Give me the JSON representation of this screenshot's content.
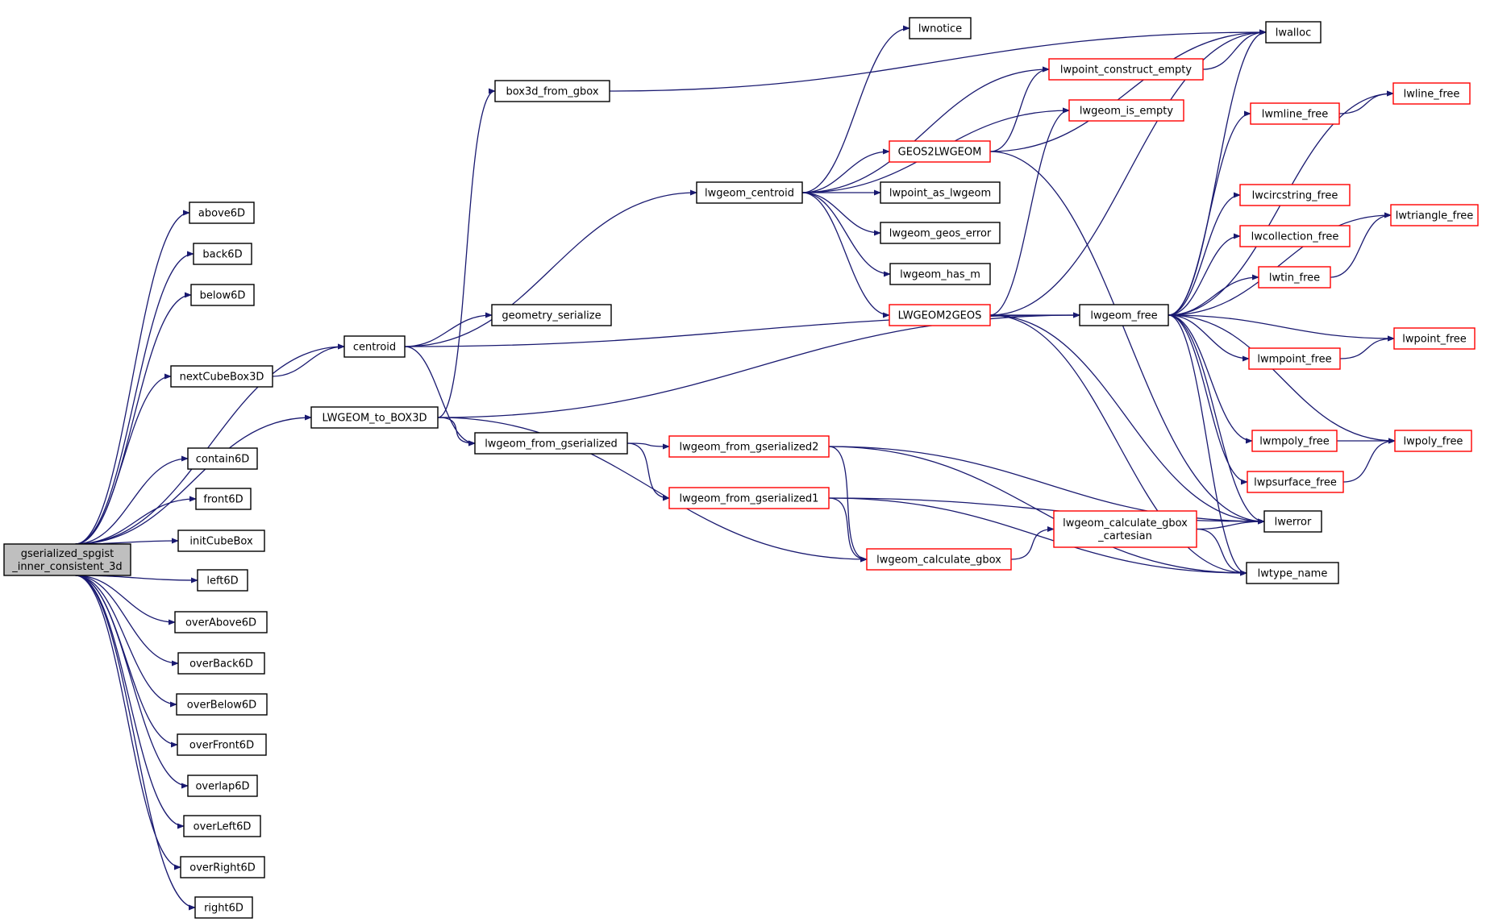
{
  "colors": {
    "edge": "#191970",
    "border_default": "#000000",
    "border_truncated": "#ff0000",
    "root_fill": "#bfbfbf"
  },
  "nodes": {
    "root": {
      "lines": [
        "gserialized_spgist",
        "_inner_consistent_3d"
      ]
    },
    "above6D": {
      "lines": [
        "above6D"
      ]
    },
    "back6D": {
      "lines": [
        "back6D"
      ]
    },
    "below6D": {
      "lines": [
        "below6D"
      ]
    },
    "nextCubeBox3D": {
      "lines": [
        "nextCubeBox3D"
      ]
    },
    "contain6D": {
      "lines": [
        "contain6D"
      ]
    },
    "front6D": {
      "lines": [
        "front6D"
      ]
    },
    "initCubeBox": {
      "lines": [
        "initCubeBox"
      ]
    },
    "left6D": {
      "lines": [
        "left6D"
      ]
    },
    "overAbove6D": {
      "lines": [
        "overAbove6D"
      ]
    },
    "overBack6D": {
      "lines": [
        "overBack6D"
      ]
    },
    "overBelow6D": {
      "lines": [
        "overBelow6D"
      ]
    },
    "overFront6D": {
      "lines": [
        "overFront6D"
      ]
    },
    "overlap6D": {
      "lines": [
        "overlap6D"
      ]
    },
    "overLeft6D": {
      "lines": [
        "overLeft6D"
      ]
    },
    "overRight6D": {
      "lines": [
        "overRight6D"
      ]
    },
    "right6D": {
      "lines": [
        "right6D"
      ]
    },
    "centroid": {
      "lines": [
        "centroid"
      ]
    },
    "LWGEOM_to_BOX3D": {
      "lines": [
        "LWGEOM_to_BOX3D"
      ]
    },
    "box3d_from_gbox": {
      "lines": [
        "box3d_from_gbox"
      ]
    },
    "geometry_serialize": {
      "lines": [
        "geometry_serialize"
      ]
    },
    "lwgeom_from_gserialized": {
      "lines": [
        "lwgeom_from_gserialized"
      ]
    },
    "lwgeom_centroid": {
      "lines": [
        "lwgeom_centroid"
      ]
    },
    "lwgeom_from_gserialized2": {
      "lines": [
        "lwgeom_from_gserialized2"
      ]
    },
    "lwgeom_from_gserialized1": {
      "lines": [
        "lwgeom_from_gserialized1"
      ]
    },
    "lwnotice": {
      "lines": [
        "lwnotice"
      ]
    },
    "lwpoint_construct_empty": {
      "lines": [
        "lwpoint_construct_empty"
      ]
    },
    "lwgeom_is_empty": {
      "lines": [
        "lwgeom_is_empty"
      ]
    },
    "GEOS2LWGEOM": {
      "lines": [
        "GEOS2LWGEOM"
      ]
    },
    "lwpoint_as_lwgeom": {
      "lines": [
        "lwpoint_as_lwgeom"
      ]
    },
    "lwgeom_geos_error": {
      "lines": [
        "lwgeom_geos_error"
      ]
    },
    "lwgeom_has_m": {
      "lines": [
        "lwgeom_has_m"
      ]
    },
    "LWGEOM2GEOS": {
      "lines": [
        "LWGEOM2GEOS"
      ]
    },
    "lwgeom_calculate_gbox": {
      "lines": [
        "lwgeom_calculate_gbox"
      ]
    },
    "lwgeom_calculate_gbox_cartesian": {
      "lines": [
        "lwgeom_calculate_gbox",
        "_cartesian"
      ]
    },
    "lwalloc": {
      "lines": [
        "lwalloc"
      ]
    },
    "lwgeom_free": {
      "lines": [
        "lwgeom_free"
      ]
    },
    "lwerror": {
      "lines": [
        "lwerror"
      ]
    },
    "lwtype_name": {
      "lines": [
        "lwtype_name"
      ]
    },
    "lwmline_free": {
      "lines": [
        "lwmline_free"
      ]
    },
    "lwcircstring_free": {
      "lines": [
        "lwcircstring_free"
      ]
    },
    "lwcollection_free": {
      "lines": [
        "lwcollection_free"
      ]
    },
    "lwtin_free": {
      "lines": [
        "lwtin_free"
      ]
    },
    "lwmpoint_free": {
      "lines": [
        "lwmpoint_free"
      ]
    },
    "lwmpoly_free": {
      "lines": [
        "lwmpoly_free"
      ]
    },
    "lwpsurface_free": {
      "lines": [
        "lwpsurface_free"
      ]
    },
    "lwline_free": {
      "lines": [
        "lwline_free"
      ]
    },
    "lwtriangle_free": {
      "lines": [
        "lwtriangle_free"
      ]
    },
    "lwpoint_free": {
      "lines": [
        "lwpoint_free"
      ]
    },
    "lwpoly_free": {
      "lines": [
        "lwpoly_free"
      ]
    }
  },
  "edges": [
    [
      "root",
      "above6D"
    ],
    [
      "root",
      "back6D"
    ],
    [
      "root",
      "below6D"
    ],
    [
      "root",
      "centroid"
    ],
    [
      "root",
      "nextCubeBox3D"
    ],
    [
      "root",
      "LWGEOM_to_BOX3D"
    ],
    [
      "root",
      "contain6D"
    ],
    [
      "root",
      "front6D"
    ],
    [
      "root",
      "initCubeBox"
    ],
    [
      "root",
      "left6D"
    ],
    [
      "root",
      "overAbove6D"
    ],
    [
      "root",
      "overBack6D"
    ],
    [
      "root",
      "overBelow6D"
    ],
    [
      "root",
      "overFront6D"
    ],
    [
      "root",
      "overlap6D"
    ],
    [
      "root",
      "overLeft6D"
    ],
    [
      "root",
      "overRight6D"
    ],
    [
      "root",
      "right6D"
    ],
    [
      "nextCubeBox3D",
      "centroid"
    ],
    [
      "centroid",
      "lwgeom_centroid"
    ],
    [
      "centroid",
      "geometry_serialize"
    ],
    [
      "centroid",
      "lwgeom_free"
    ],
    [
      "centroid",
      "lwgeom_from_gserialized"
    ],
    [
      "LWGEOM_to_BOX3D",
      "box3d_from_gbox"
    ],
    [
      "LWGEOM_to_BOX3D",
      "lwgeom_free"
    ],
    [
      "LWGEOM_to_BOX3D",
      "lwgeom_from_gserialized"
    ],
    [
      "LWGEOM_to_BOX3D",
      "lwgeom_calculate_gbox"
    ],
    [
      "box3d_from_gbox",
      "lwalloc"
    ],
    [
      "lwgeom_from_gserialized",
      "lwgeom_from_gserialized2"
    ],
    [
      "lwgeom_from_gserialized",
      "lwgeom_from_gserialized1"
    ],
    [
      "lwgeom_centroid",
      "lwnotice"
    ],
    [
      "lwgeom_centroid",
      "lwpoint_construct_empty"
    ],
    [
      "lwgeom_centroid",
      "lwgeom_is_empty"
    ],
    [
      "lwgeom_centroid",
      "GEOS2LWGEOM"
    ],
    [
      "lwgeom_centroid",
      "lwpoint_as_lwgeom"
    ],
    [
      "lwgeom_centroid",
      "lwgeom_geos_error"
    ],
    [
      "lwgeom_centroid",
      "lwgeom_has_m"
    ],
    [
      "lwgeom_centroid",
      "LWGEOM2GEOS"
    ],
    [
      "lwpoint_construct_empty",
      "lwalloc"
    ],
    [
      "GEOS2LWGEOM",
      "lwalloc"
    ],
    [
      "GEOS2LWGEOM",
      "lwpoint_construct_empty"
    ],
    [
      "GEOS2LWGEOM",
      "lwerror"
    ],
    [
      "LWGEOM2GEOS",
      "lwgeom_free"
    ],
    [
      "LWGEOM2GEOS",
      "lwgeom_is_empty"
    ],
    [
      "LWGEOM2GEOS",
      "lwalloc"
    ],
    [
      "LWGEOM2GEOS",
      "lwerror"
    ],
    [
      "LWGEOM2GEOS",
      "lwtype_name"
    ],
    [
      "lwgeom_from_gserialized2",
      "lwerror"
    ],
    [
      "lwgeom_from_gserialized2",
      "lwgeom_calculate_gbox"
    ],
    [
      "lwgeom_from_gserialized2",
      "lwtype_name"
    ],
    [
      "lwgeom_from_gserialized1",
      "lwerror"
    ],
    [
      "lwgeom_from_gserialized1",
      "lwgeom_calculate_gbox"
    ],
    [
      "lwgeom_from_gserialized1",
      "lwtype_name"
    ],
    [
      "lwgeom_calculate_gbox",
      "lwgeom_calculate_gbox_cartesian"
    ],
    [
      "lwgeom_calculate_gbox_cartesian",
      "lwerror"
    ],
    [
      "lwgeom_calculate_gbox_cartesian",
      "lwtype_name"
    ],
    [
      "lwgeom_free",
      "lwalloc"
    ],
    [
      "lwgeom_free",
      "lwmline_free"
    ],
    [
      "lwgeom_free",
      "lwcircstring_free"
    ],
    [
      "lwgeom_free",
      "lwcollection_free"
    ],
    [
      "lwgeom_free",
      "lwtin_free"
    ],
    [
      "lwgeom_free",
      "lwmpoint_free"
    ],
    [
      "lwgeom_free",
      "lwmpoly_free"
    ],
    [
      "lwgeom_free",
      "lwpsurface_free"
    ],
    [
      "lwgeom_free",
      "lwline_free"
    ],
    [
      "lwgeom_free",
      "lwtriangle_free"
    ],
    [
      "lwgeom_free",
      "lwpoint_free"
    ],
    [
      "lwgeom_free",
      "lwpoly_free"
    ],
    [
      "lwgeom_free",
      "lwerror"
    ],
    [
      "lwgeom_free",
      "lwtype_name"
    ],
    [
      "lwmline_free",
      "lwline_free"
    ],
    [
      "lwtin_free",
      "lwtriangle_free"
    ],
    [
      "lwmpoint_free",
      "lwpoint_free"
    ],
    [
      "lwmpoly_free",
      "lwpoly_free"
    ],
    [
      "lwpsurface_free",
      "lwpoly_free"
    ]
  ]
}
